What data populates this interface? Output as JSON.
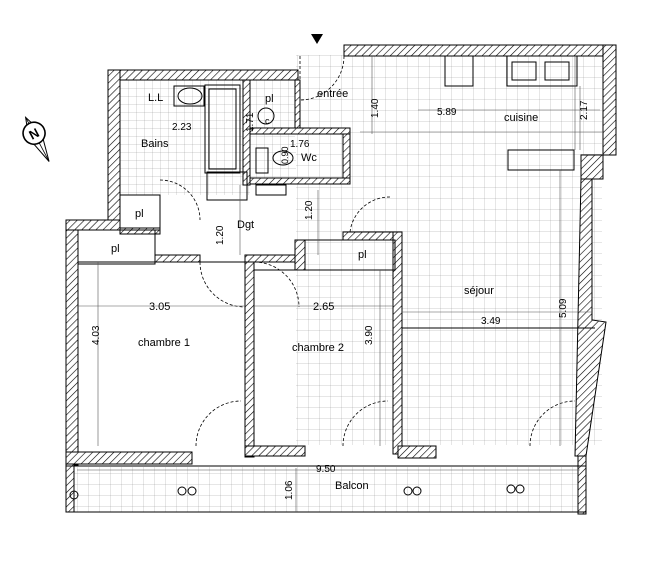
{
  "rooms": {
    "ll": "L.L",
    "bains": "Bains",
    "entree": "entrée",
    "wc": "Wc",
    "dgt": "Dgt",
    "cuisine": "cuisine",
    "sejour": "séjour",
    "chambre1": "chambre 1",
    "chambre2": "chambre 2",
    "balcon": "Balcon",
    "pl": "pl",
    "c": "c"
  },
  "dimensions": {
    "bains_w": "2.23",
    "bains_h": "1.71",
    "entree_h": "1.40",
    "wc_w": "1.76",
    "wc_h": "0.90",
    "dgt_h1": "1.20",
    "dgt_h2": "1.20",
    "cuisine_w": "5.89",
    "cuisine_h": "2.17",
    "sejour_w": "3.49",
    "sejour_h": "5.09",
    "ch1_w": "3.05",
    "ch1_h": "4.03",
    "ch2_w": "2.65",
    "ch2_h": "3.90",
    "balcon_w": "9.50",
    "balcon_h": "1.06"
  },
  "compass": {
    "letter": "N",
    "icon": "north-arrow-icon"
  },
  "entrance_marker": "entrance-triangle-icon"
}
